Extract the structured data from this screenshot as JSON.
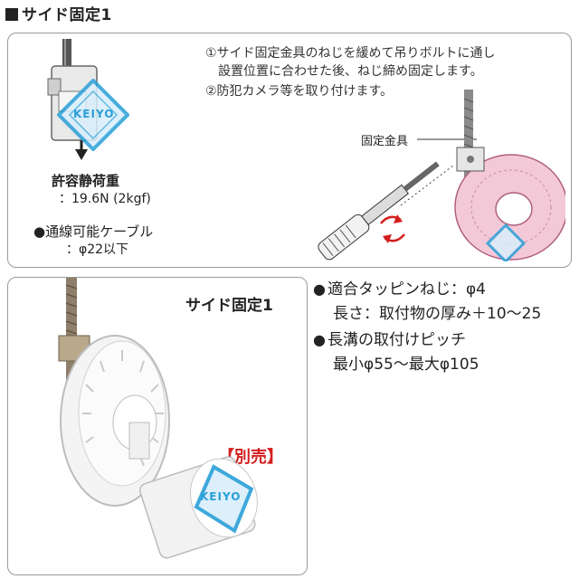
{
  "heading": "サイド固定1",
  "instructions": {
    "step1_line1": "①サイド固定金具のねじを緩めて吊りボルトに通し",
    "step1_line2": "設置位置に合わせた後、ねじ締め固定します。",
    "step2": "②防犯カメラ等を取り付けます。"
  },
  "load": {
    "label": "許容静荷重",
    "value": "：19.6N (2kgf)"
  },
  "cable": {
    "bullet": "●",
    "label": "通線可能ケーブル",
    "value": "：φ22以下"
  },
  "fixture_label": "固定金具",
  "logo_text": "KEIYO",
  "photo": {
    "title": "サイド固定1",
    "sold_separately": "【別売】",
    "camera_logo": "KEIYO"
  },
  "specs": [
    {
      "bullet": "●",
      "line1": "適合タッピンねじ：φ4",
      "line2": "長さ：取付物の厚み＋10～25"
    },
    {
      "bullet": "●",
      "line1": "長溝の取付けピッチ",
      "line2": "最小φ55～最大φ105"
    }
  ],
  "colors": {
    "accent_red": "#d41e1e",
    "pink_plate": "#f3c9d8",
    "logo_blue": "#2a9fd8"
  }
}
